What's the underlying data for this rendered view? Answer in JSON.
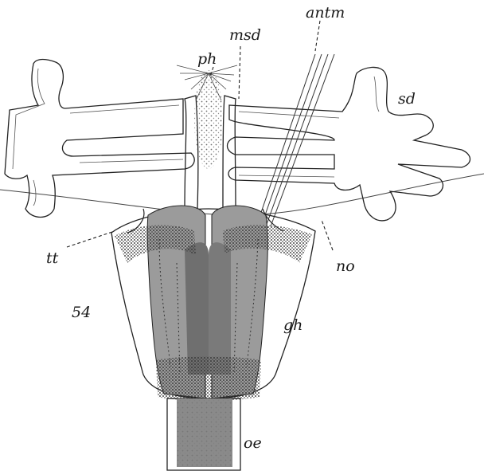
{
  "figure": {
    "number": "54",
    "labels": {
      "antm": "antm",
      "msd": "msd",
      "ph": "ph",
      "sd": "sd",
      "tt": "tt",
      "no": "no",
      "gh": "gh",
      "oe": "oe"
    }
  }
}
